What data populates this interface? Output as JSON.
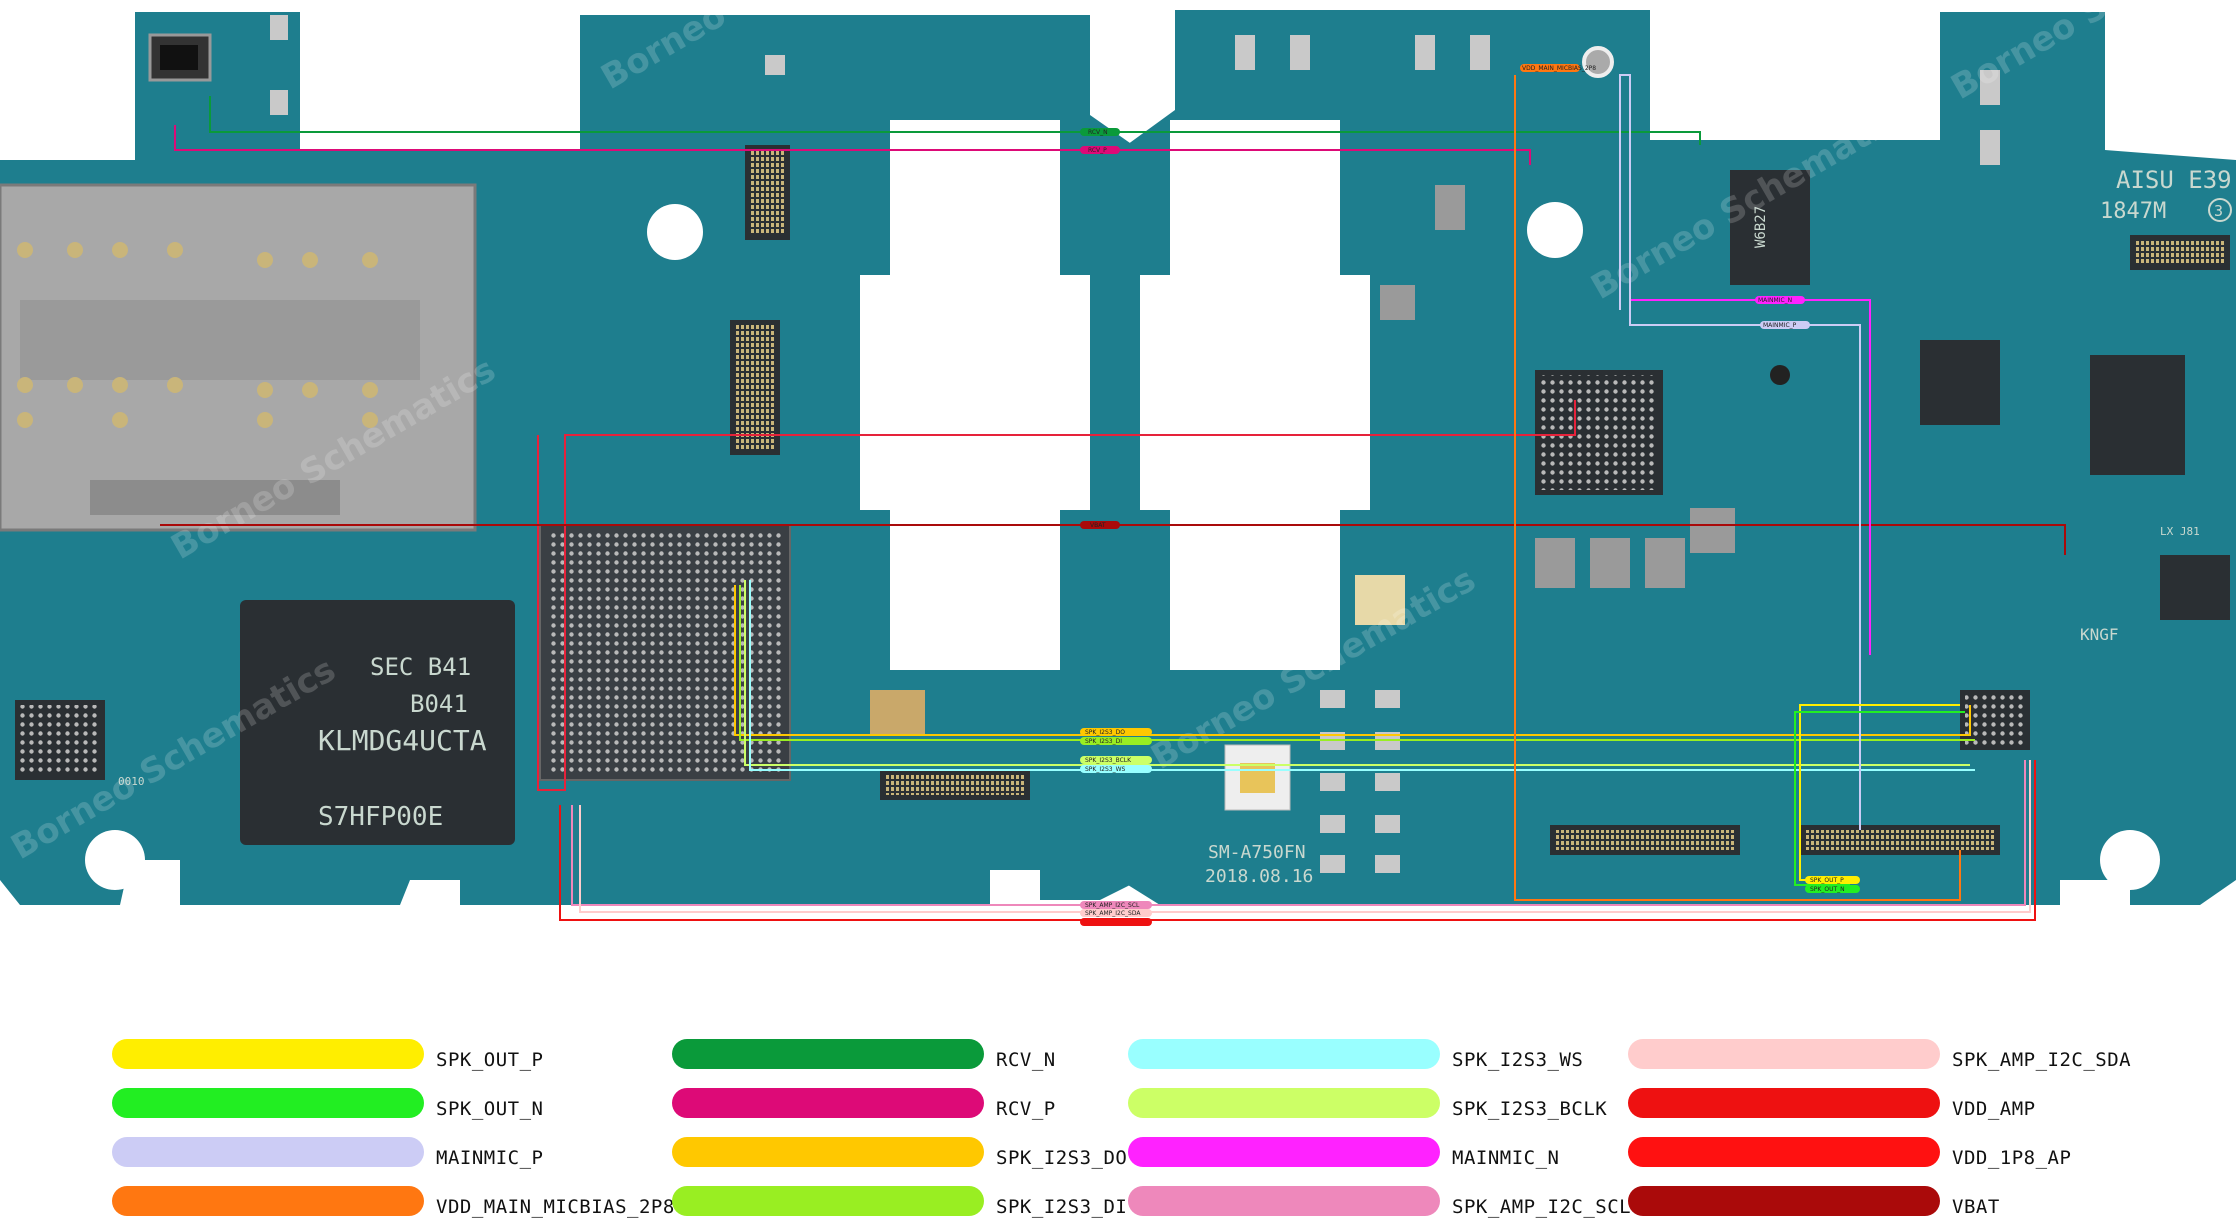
{
  "board": {
    "left_silkscreen": {
      "emmc_line1": "SEC B41",
      "emmc_line2": "B041",
      "emmc_line3": "KLMDG4UCTA",
      "emmc_line4": "S7HFP00E",
      "small_label": "0010"
    },
    "right_silkscreen": {
      "model": "SM-A750FN",
      "date": "2018.08.16",
      "corner_line1": "AISU E39",
      "corner_line2": "1847M",
      "corner_mark": "3",
      "chip_mark1": "W6B27",
      "chip_mark2": "KNGF",
      "chip_mark3": "LX J81"
    },
    "watermark": "Borneo Schematics",
    "net_tags": [
      "RCV_N",
      "RCV_P",
      "VBAT",
      "SPK_I2S3_DO",
      "SPK_I2S3_DI",
      "SPK_I2S3_BCLK",
      "SPK_I2S3_WS",
      "SPK_AMP_I2C_SCL",
      "SPK_AMP_I2C_SDA",
      "MAINMIC_N",
      "MAINMIC_P",
      "SPK_OUT_P",
      "SPK_OUT_N",
      "VDD_MAIN_MICBIAS_2P8"
    ]
  },
  "legend": [
    {
      "label": "SPK_OUT_P",
      "color": "#ffee00"
    },
    {
      "label": "SPK_OUT_N",
      "color": "#22ee22"
    },
    {
      "label": "MAINMIC_P",
      "color": "#ccccf5"
    },
    {
      "label": "VDD_MAIN_MICBIAS_2P8",
      "color": "#ff7711"
    },
    {
      "label": "RCV_N",
      "color": "#0a9a3a"
    },
    {
      "label": "RCV_P",
      "color": "#dd0a77"
    },
    {
      "label": "SPK_I2S3_DO",
      "color": "#ffc800"
    },
    {
      "label": "SPK_I2S3_DI",
      "color": "#99ee22"
    },
    {
      "label": "SPK_I2S3_WS",
      "color": "#99ffff"
    },
    {
      "label": "SPK_I2S3_BCLK",
      "color": "#ccff66"
    },
    {
      "label": "MAINMIC_N",
      "color": "#ff22ff"
    },
    {
      "label": "SPK_AMP_I2C_SCL",
      "color": "#ee88bb"
    },
    {
      "label": "SPK_AMP_I2C_SDA",
      "color": "#ffcccc"
    },
    {
      "label": "VDD_AMP",
      "color": "#ee1111"
    },
    {
      "label": "VDD_1P8_AP",
      "color": "#ff1111"
    },
    {
      "label": "VBAT",
      "color": "#aa0a0a"
    }
  ],
  "colors": {
    "pcb": "#1e7e8e",
    "pcb_dark": "#16606c",
    "chip": "#2a2f33",
    "pad": "#c9b57a",
    "shield": "#a8a8a8"
  }
}
